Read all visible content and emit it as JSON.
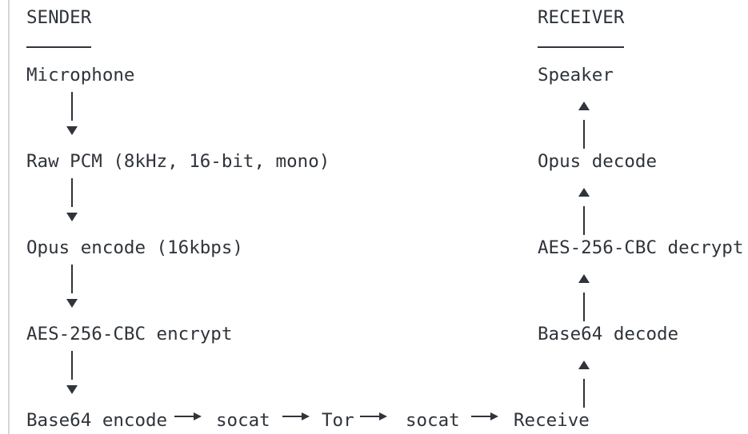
{
  "colors": {
    "text": "#2f343a",
    "rule": "#d6d6d6",
    "bg": "#ffffff"
  },
  "sender": {
    "header": "SENDER",
    "nodes": [
      "Microphone",
      "Raw PCM (8kHz, 16-bit, mono)",
      "Opus encode (16kbps)",
      "AES-256-CBC encrypt"
    ]
  },
  "receiver": {
    "header": "RECEIVER",
    "nodes": [
      "Speaker",
      "Opus decode",
      "AES-256-CBC decrypt",
      "Base64 decode"
    ]
  },
  "transport": {
    "nodes": [
      "Base64 encode",
      "socat",
      "Tor",
      "socat",
      "Receive"
    ]
  }
}
